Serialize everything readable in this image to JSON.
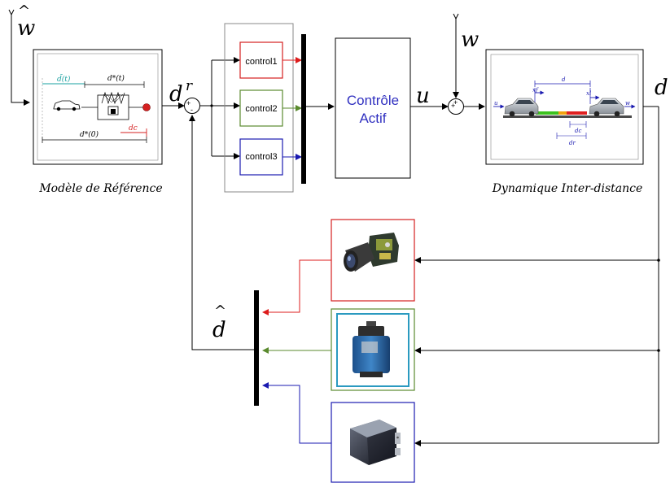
{
  "labels": {
    "w_hat": "w",
    "hat_glyph": "^",
    "d_r": "d",
    "d_r_sup": "r",
    "u": "u",
    "w": "w",
    "d_out": "d",
    "d_hat": "d",
    "sum_plus": "+",
    "sum_minus": "-",
    "sum2_plus_a": "+",
    "sum2_plus_b": "+"
  },
  "blocks": {
    "reference_model": {
      "caption": "Modèle de Référence",
      "inner": {
        "d_tilde": "d̃(t)",
        "d_star_t": "d*(t)",
        "d_star_0": "d*(0)",
        "d_c": "dc"
      }
    },
    "controllers": [
      "control1",
      "control2",
      "control3"
    ],
    "active_control": {
      "line1": "Contrôle",
      "line2": "Actif"
    },
    "plant": {
      "caption": "Dynamique Inter-distance",
      "inner": {
        "d": "d",
        "u": "u",
        "w": "w",
        "x_f": "xf",
        "x_l": "xl",
        "d_c": "dc",
        "d_r": "dr"
      }
    },
    "sensors": [
      {
        "name": "camera",
        "border": "#d42020"
      },
      {
        "name": "laser",
        "border": "#5a8a2e"
      },
      {
        "name": "radar",
        "border": "#1a1aa0"
      }
    ]
  },
  "colors": {
    "red": "#dd1c1c",
    "green": "#5a8a2e",
    "blue": "#1a1ab0",
    "teal": "#1aa0a0",
    "accent_text": "#3030c0"
  }
}
